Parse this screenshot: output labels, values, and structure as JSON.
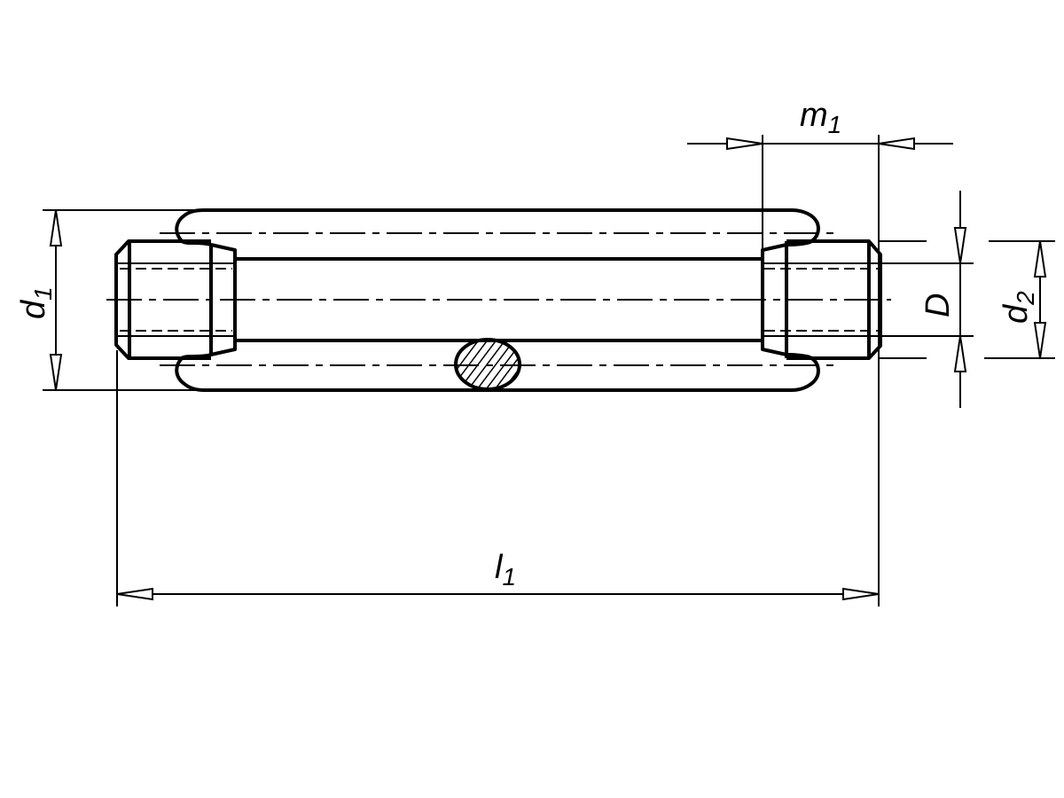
{
  "labels": {
    "m1": {
      "main": "m",
      "sub": "1"
    },
    "d1": {
      "main": "d",
      "sub": "1"
    },
    "d2": {
      "main": "d",
      "sub": "2"
    },
    "D": {
      "main": "D"
    },
    "l1": {
      "main": "l",
      "sub": "1"
    }
  }
}
